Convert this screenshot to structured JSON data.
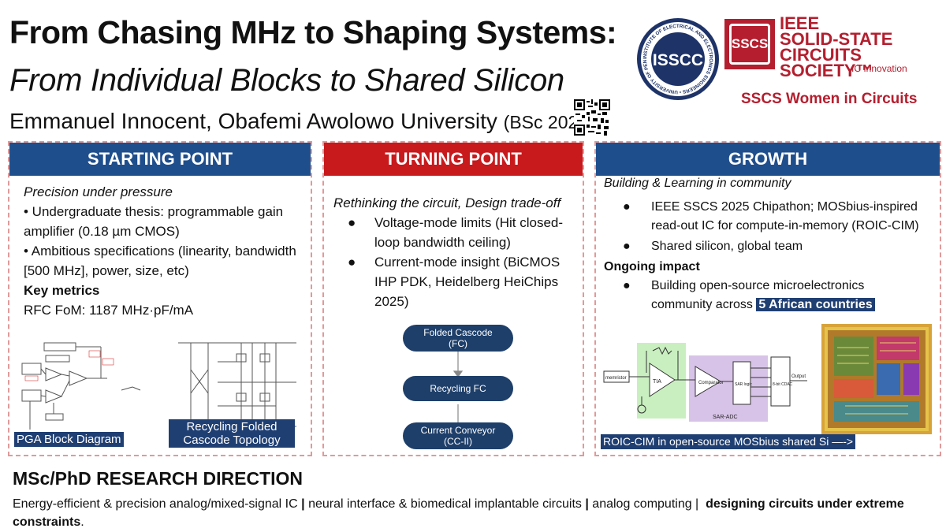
{
  "header": {
    "title_line1": "From Chasing MHz to Shaping Systems:",
    "title_line2": "From Individual Blocks to Shared Silicon",
    "author": "Emmanuel Innocent, Obafemi Awolowo University",
    "author_year": "(BSc 2024)"
  },
  "logos": {
    "isscc_text": "ISSCC",
    "isscc_ring_text": "INSTITUTE OF ELECTRICAL AND ELECTRONICS ENGINEERS • UNIVERSITY OF PENNSYLVANIA",
    "sscs_badge": "SSCS",
    "sscs_line1": "IEEE",
    "sscs_line2": "SOLID-STATE",
    "sscs_line3": "CIRCUITS SOCIETY™",
    "sscs_line4": "IC Innovation",
    "women": "SSCS Women in Circuits"
  },
  "starting": {
    "heading": "STARTING POINT",
    "subtitle": "Precision under pressure",
    "bullet1": "• Undergraduate thesis: programmable gain amplifier (0.18 µm CMOS)",
    "bullet2": "• Ambitious specifications (linearity, bandwidth [500 MHz], power, size, etc)",
    "metrics_label": "Key metrics",
    "metrics_value": "RFC FoM: 1187 MHz·pF/mA",
    "caption1": "PGA Block Diagram",
    "caption2": "Recycling Folded Cascode Topology"
  },
  "turning": {
    "heading": "TURNING POINT",
    "subtitle": "Rethinking the circuit, Design trade-off",
    "bullet1": "Voltage-mode limits (Hit closed-loop bandwidth ceiling)",
    "bullet2": "Current-mode insight (BiCMOS IHP PDK, Heidelberg HeiChips 2025)",
    "flow": [
      {
        "line1": "Folded Cascode",
        "line2": "(FC)"
      },
      {
        "line1": "Recycling FC",
        "line2": ""
      },
      {
        "line1": "Current Conveyor",
        "line2": "(CC-II)"
      }
    ]
  },
  "growth": {
    "heading": "GROWTH",
    "subtitle": "Building & Learning in community",
    "bullet1": "IEEE SSCS 2025 Chipathon; MOSbius-inspired read-out IC for compute-in-memory (ROIC-CIM)",
    "bullet2": "Shared silicon, global team",
    "impact_label": "Ongoing impact",
    "bullet3": "Building open-source microelectronics community across",
    "bullet3_highlight": "5 African countries",
    "caption": "ROIC-CIM in open-source MOSbius shared Si —->",
    "diagram": {
      "tia": "TIA",
      "comparator": "Comparator",
      "sar_adc": "SAR-ADC",
      "sar_logic": "SAR logic",
      "dac": "8-bit CDAC",
      "output": "Output",
      "photodiode": "memristor"
    }
  },
  "research": {
    "heading": "MSc/PhD RESEARCH DIRECTION",
    "part1": "Energy-efficient & precision analog/mixed-signal IC",
    "sep": "|",
    "part2": "neural interface & biomedical implantable circuits",
    "part3": "analog computing |",
    "part4": "designing circuits under extreme constraints",
    "end": "."
  }
}
